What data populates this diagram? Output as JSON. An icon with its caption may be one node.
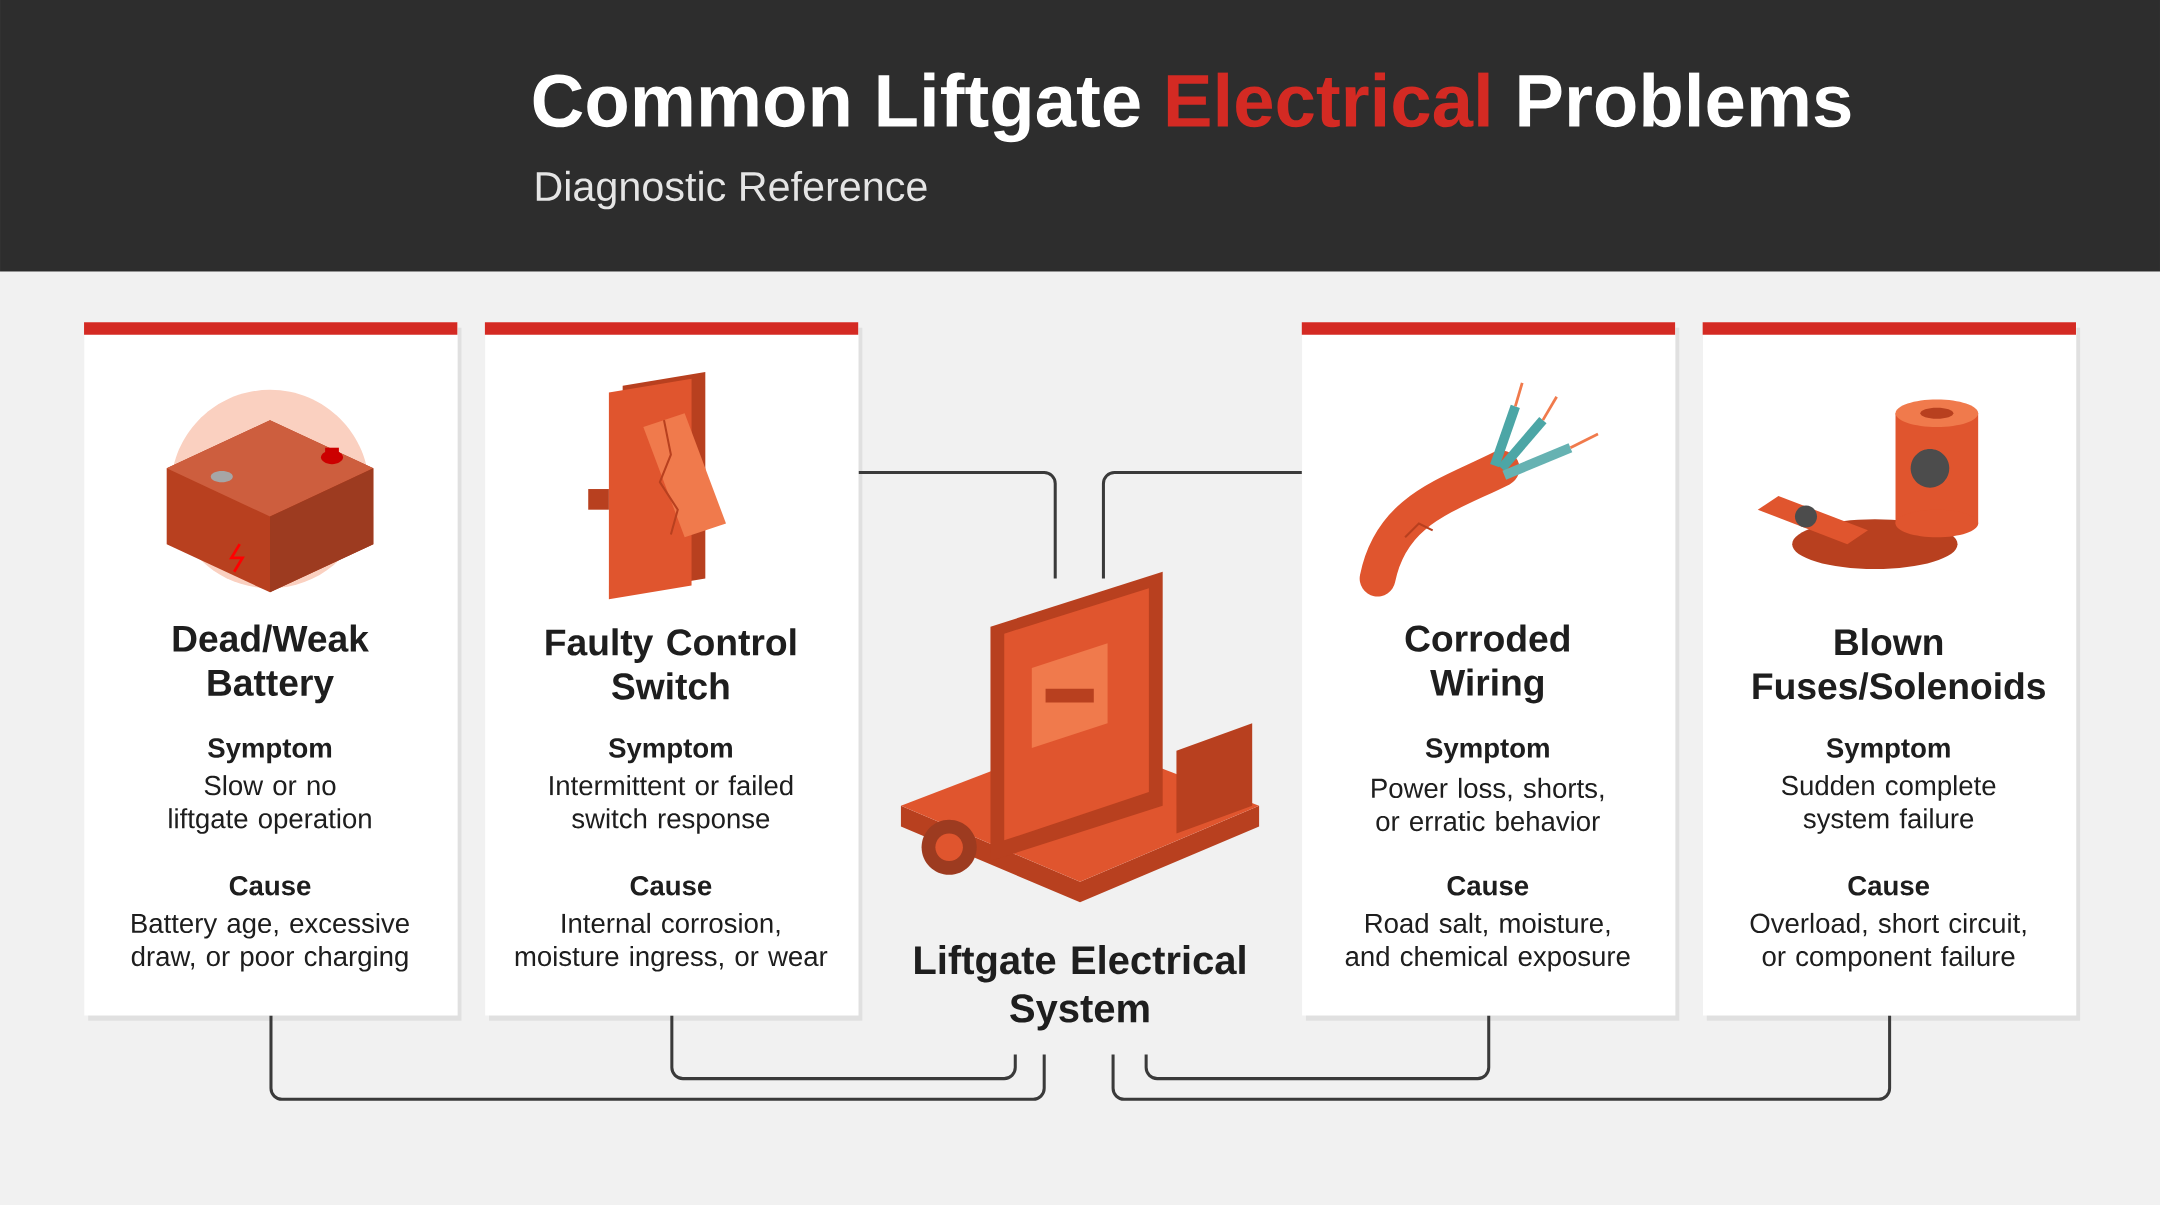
{
  "diagram": {
    "title": "Common Liftgate **Electrical** Problems",
    "caption": "Diagnostic Reference",
    "nodes": [
      {
        "text": [
          "Dead/Weak Battery",
          "Symptom",
          "Slow or no liftgate operation",
          "Cause",
          "Battery age, excessive draw, or poor charging"
        ]
      },
      {
        "text": [
          "Faulty Control Switch",
          "Symptom",
          "Intermittent or failed switch response",
          "Cause",
          "Internal corrosion, moisture ingress, or wear"
        ]
      },
      {
        "text": [
          "Liftgate Electrical System"
        ]
      },
      {
        "text": [
          "Corroded Wiring",
          "Symptom",
          "Power loss, shorts, or erratic behavior",
          "Cause",
          "Road salt, moisture, and chemical exposure"
        ]
      },
      {
        "text": [
          "Blown Fuses/Solenoids",
          "Symptom",
          "Sudden complete system failure",
          "Cause",
          "Overload, short circuit, or component failure"
        ]
      }
    ],
    "edges": [
      {
        "from": 0,
        "to": 2,
        "arrow": "none"
      },
      {
        "from": 1,
        "to": 2,
        "arrow": "none"
      },
      {
        "from": 1,
        "to": 2,
        "arrow": "none"
      },
      {
        "from": 3,
        "to": 2,
        "arrow": "none"
      },
      {
        "from": 3,
        "to": 2,
        "arrow": "none"
      },
      {
        "from": 4,
        "to": 2,
        "arrow": "none"
      }
    ]
  }
}
